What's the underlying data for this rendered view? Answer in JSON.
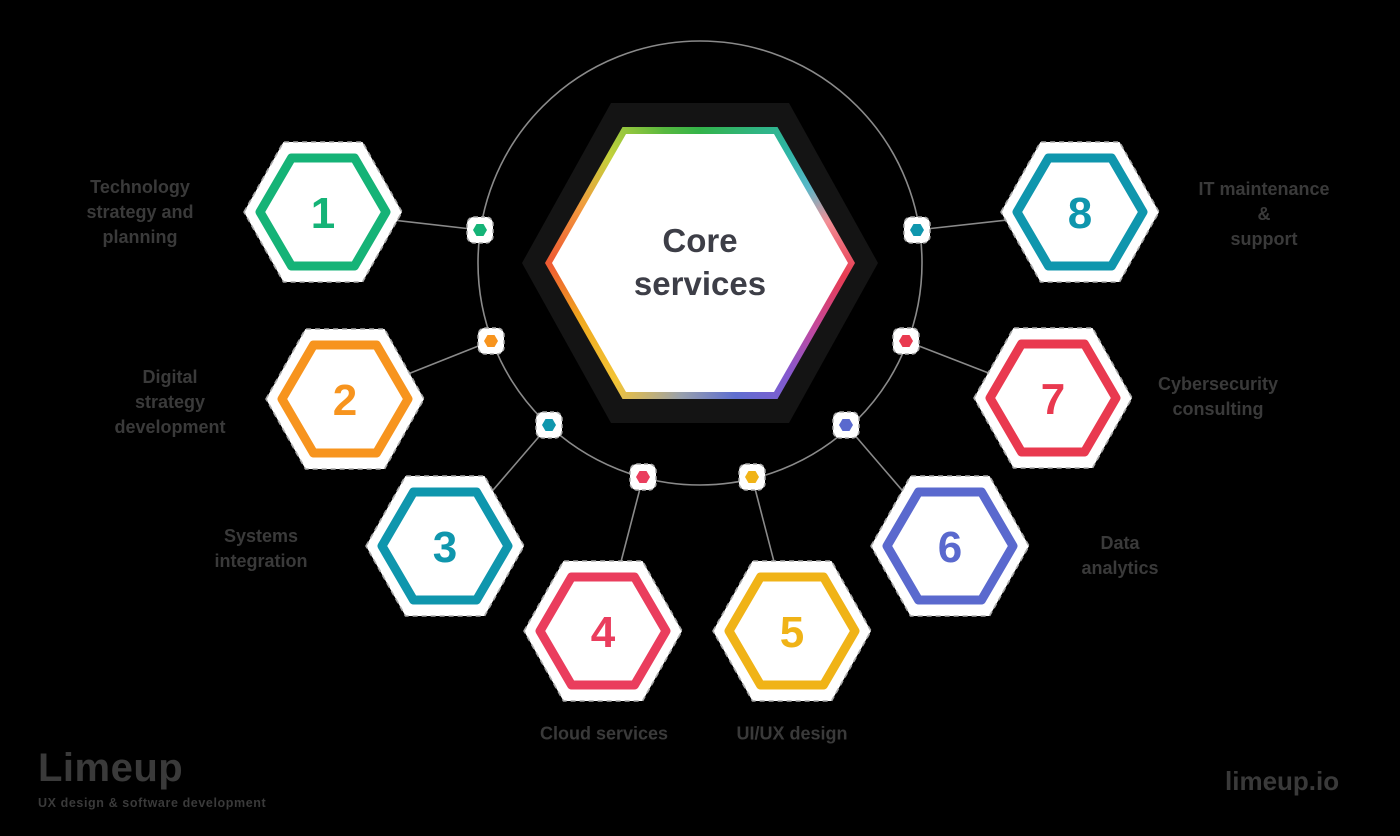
{
  "center": {
    "title": "Core services"
  },
  "items": [
    {
      "num": "1",
      "label": "Technology\nstrategy and\nplanning",
      "color": "#15b377"
    },
    {
      "num": "2",
      "label": "Digital\nstrategy\ndevelopment",
      "color": "#f7941e"
    },
    {
      "num": "3",
      "label": "Systems\nintegration",
      "color": "#0f96ad"
    },
    {
      "num": "4",
      "label": "Cloud services",
      "color": "#ea3d5d"
    },
    {
      "num": "5",
      "label": "UI/UX design",
      "color": "#f0b317"
    },
    {
      "num": "6",
      "label": "Data\nanalytics",
      "color": "#5a69ce"
    },
    {
      "num": "7",
      "label": "Cybersecurity\nconsulting",
      "color": "#e9394f"
    },
    {
      "num": "8",
      "label": "IT maintenance &\nsupport",
      "color": "#0f96ad"
    }
  ],
  "footer": {
    "logo": "Limeup",
    "tagline": "UX design & software development",
    "website": "limeup.io"
  },
  "colors": {
    "background": "#000000",
    "orbit_gray": "#8a8a8a",
    "dashed_gray": "#a9a9a9",
    "label_text": "#3a3a3a",
    "center_text": "#3d3e47"
  }
}
